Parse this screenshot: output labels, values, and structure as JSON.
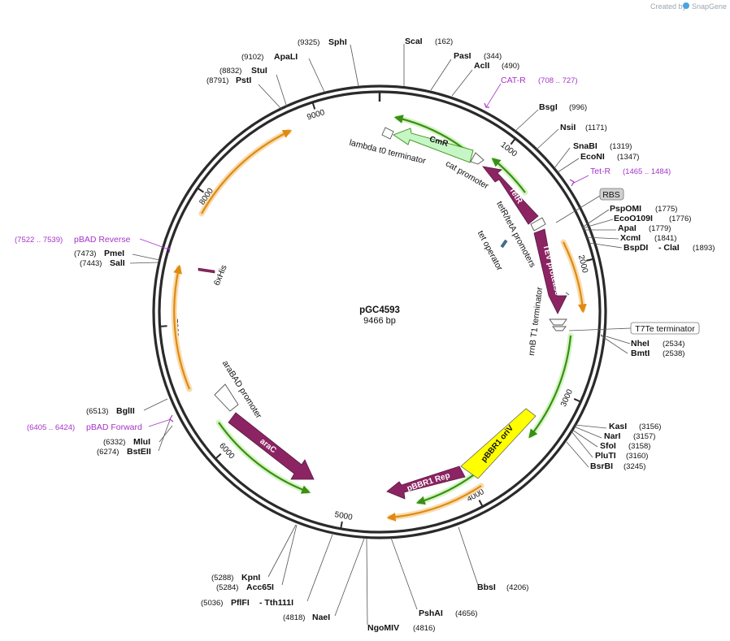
{
  "watermark": {
    "text": "Created by",
    "brand": "SnapGene"
  },
  "plasmid": {
    "name": "pGC4593",
    "length_label": "9466 bp",
    "length": 9466
  },
  "position_ticks": [
    {
      "pos": 1000,
      "label": "1000"
    },
    {
      "pos": 2000,
      "label": "2000"
    },
    {
      "pos": 3000,
      "label": "3000"
    },
    {
      "pos": 4000,
      "label": "4000"
    },
    {
      "pos": 5000,
      "label": "5000"
    },
    {
      "pos": 6000,
      "label": "6000"
    },
    {
      "pos": 7000,
      "label": "7000"
    },
    {
      "pos": 8000,
      "label": "8000"
    },
    {
      "pos": 9000,
      "label": "9000"
    }
  ],
  "sites": [
    {
      "name": "SphI",
      "pos": "(9325)"
    },
    {
      "name": "ApaLI",
      "pos": "(9102)"
    },
    {
      "name": "StuI",
      "pos": "(8832)"
    },
    {
      "name": "PstI",
      "pos": "(8791)"
    },
    {
      "name": "ScaI",
      "pos": "(162)"
    },
    {
      "name": "PasI",
      "pos": "(344)"
    },
    {
      "name": "AclI",
      "pos": "(490)"
    },
    {
      "name": "BsgI",
      "pos": "(996)"
    },
    {
      "name": "NsiI",
      "pos": "(1171)"
    },
    {
      "name": "SnaBI",
      "pos": "(1319)"
    },
    {
      "name": "EcoNI",
      "pos": "(1347)"
    },
    {
      "name": "PspOMI",
      "pos": "(1775)"
    },
    {
      "name": "EcoO109I",
      "pos": "(1776)"
    },
    {
      "name": "ApaI",
      "pos": "(1779)"
    },
    {
      "name": "XcmI",
      "pos": "(1841)"
    },
    {
      "name": "BspDI",
      "pos": ""
    },
    {
      "name": "- ClaI",
      "pos": "(1893)"
    },
    {
      "name": "NheI",
      "pos": "(2534)"
    },
    {
      "name": "BmtI",
      "pos": "(2538)"
    },
    {
      "name": "KasI",
      "pos": "(3156)"
    },
    {
      "name": "NarI",
      "pos": "(3157)"
    },
    {
      "name": "SfoI",
      "pos": "(3158)"
    },
    {
      "name": "PluTI",
      "pos": "(3160)"
    },
    {
      "name": "BsrBI",
      "pos": "(3245)"
    },
    {
      "name": "BbsI",
      "pos": "(4206)"
    },
    {
      "name": "PshAI",
      "pos": "(4656)"
    },
    {
      "name": "NgoMIV",
      "pos": "(4816)"
    },
    {
      "name": "NaeI",
      "pos": "(4818)"
    },
    {
      "name": "PflFI",
      "pos": "(5036)"
    },
    {
      "name": "- Tth111I",
      "pos": ""
    },
    {
      "name": "Acc65I",
      "pos": "(5284)"
    },
    {
      "name": "KpnI",
      "pos": "(5288)"
    },
    {
      "name": "BstEII",
      "pos": "(6274)"
    },
    {
      "name": "MluI",
      "pos": "(6332)"
    },
    {
      "name": "BglII",
      "pos": "(6513)"
    },
    {
      "name": "SalI",
      "pos": "(7443)"
    },
    {
      "name": "PmeI",
      "pos": "(7473)"
    }
  ],
  "primers": [
    {
      "name": "CAT-R",
      "range": "(708 .. 727)"
    },
    {
      "name": "Tet-R",
      "range": "(1465 .. 1484)"
    },
    {
      "name": "pBAD Reverse",
      "range": "(7522 .. 7539)"
    },
    {
      "name": "pBAD Forward",
      "range": "(6405 .. 6424)"
    }
  ],
  "features": {
    "CmR": "CmR",
    "TetR": "TetR",
    "TEV_protease": "TEV protease",
    "pBBR1_oriV": "pBBR1 oriV",
    "pBBR1_Rep": "pBBR1 Rep",
    "araC": "araC",
    "lambda_t0": "lambda t0 terminator",
    "cat_promoter": "cat promoter",
    "tetR_tetA": "tetR/tetA promoters",
    "tet_operator": "tet operator",
    "rrnB_T1": "rrnB T1 terminator",
    "araBAD": "araBAD promoter",
    "sixxHis": "6xHis",
    "RBS": "RBS",
    "T7Te": "T7Te terminator"
  },
  "colors": {
    "backbone": "#2a2a2a",
    "cds_dark": "#8c2463",
    "cmr": "#c6f6c6",
    "orf_arrow_green": "#3a8f14",
    "orf_arrow_orange": "#e08a10",
    "orf_glow_green": "#d5f5c5",
    "orf_glow_orange": "#f7dcb0",
    "ori": "#ffff00",
    "primer": "#a533c8",
    "tet_operator": "#3f6e8a"
  }
}
